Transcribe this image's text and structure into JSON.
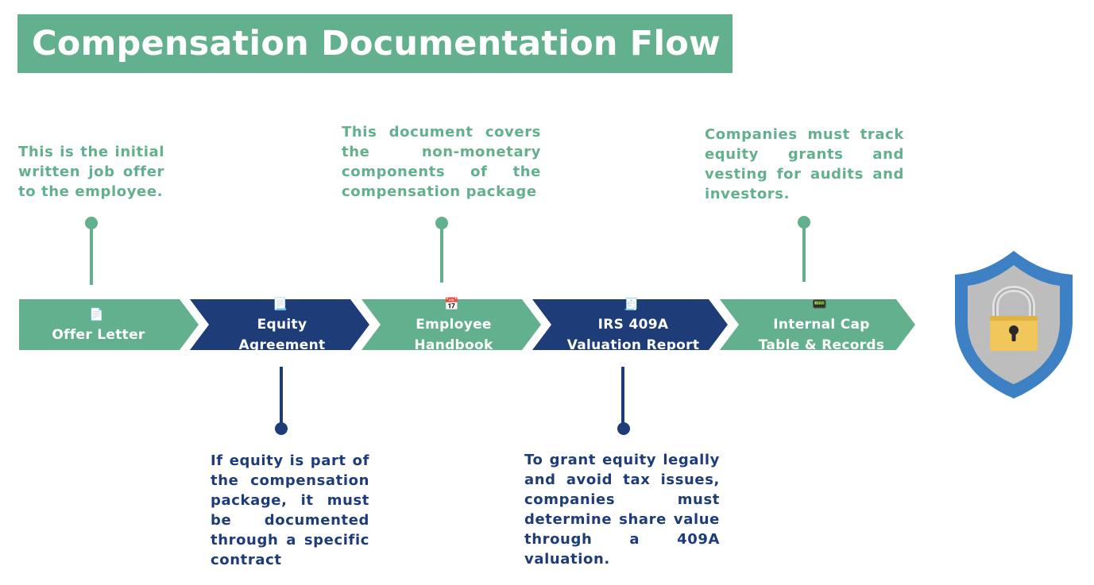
{
  "title": "Compensation Documentation Flow",
  "colors": {
    "green": "#62b08d",
    "blue": "#1d3c78",
    "shield_outer": "#3d80c4",
    "shield_inner": "#bdbdbd",
    "lock_body": "#f1c75b"
  },
  "steps": [
    {
      "icon": "📄",
      "icon_name": "document-icon",
      "lines": [
        "Offer Letter"
      ],
      "color": "green",
      "description": "This is the initial written job offer to the employee."
    },
    {
      "icon": "📃",
      "icon_name": "scroll-icon",
      "lines": [
        "Equity",
        "Agreement"
      ],
      "color": "blue",
      "description": "If equity is part of the compensation package, it must be documented through a specific contract"
    },
    {
      "icon": "📅",
      "icon_name": "calendar-icon",
      "lines": [
        "Employee",
        "Handbook"
      ],
      "color": "green",
      "description": "This document covers the non-monetary components of the compensation package"
    },
    {
      "icon": "🧾",
      "icon_name": "receipt-icon",
      "lines": [
        "IRS 409A",
        "Valuation Report"
      ],
      "color": "blue",
      "description": "To grant equity legally and avoid tax issues, companies must determine share value through a 409A valuation."
    },
    {
      "icon": "📟",
      "icon_name": "ledger-icon",
      "lines": [
        "Internal Cap",
        "Table & Records"
      ],
      "color": "green",
      "description": "Companies must track equity grants and vesting for audits and investors."
    }
  ],
  "shield_icon": "shield-lock-icon"
}
